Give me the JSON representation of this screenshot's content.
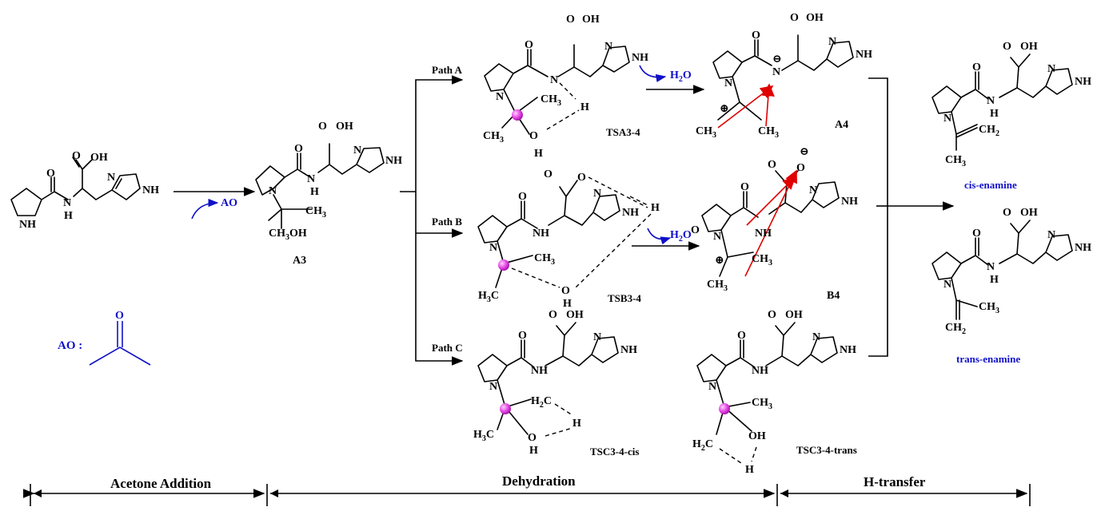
{
  "reactant_labels": {
    "nh": "NH",
    "o": "O",
    "oh": "OH",
    "n": "N",
    "h": "H"
  },
  "ao_arrow": "AO",
  "ao_legend": {
    "label": "AO :",
    "o": "O"
  },
  "a3": {
    "name": "A3",
    "ch3": "CH3",
    "oh": "OH",
    "n": "N",
    "h": "H",
    "o": "O",
    "oh2": "OH",
    "nh": "NH"
  },
  "paths": {
    "a": "Path A",
    "b": "Path B",
    "c": "Path C"
  },
  "tsa": {
    "name": "TSA3-4",
    "ch3a": "CH3",
    "ch3b": "CH3",
    "o": "O",
    "h1": "H",
    "h2": "H",
    "n": "N",
    "oh": "OH",
    "o2": "O",
    "nh": "NH"
  },
  "water1": "H2O",
  "a4": {
    "name": "A4",
    "ch3a": "CH3",
    "ch3b": "CH3",
    "n": "N",
    "minus": "⊖",
    "plus": "⊕",
    "oh": "OH",
    "o": "O",
    "nh": "NH",
    "n2": "N"
  },
  "tsb": {
    "name": "TSB3-4",
    "ch3": "CH3",
    "h3c": "H3C",
    "oh": "O",
    "h": "H",
    "o": "O",
    "h2": "H",
    "nh": "NH",
    "n": "N",
    "nh2": "NH"
  },
  "water2": "H2O",
  "b4": {
    "name": "B4",
    "ch3a": "CH3",
    "ch3b": "CH3",
    "o": "O",
    "minus": "⊖",
    "o2": "O",
    "plus": "⊕",
    "nh": "NH",
    "nh2": "NH",
    "n": "N"
  },
  "tsc_cis": {
    "name": "TSC3-4-cis",
    "h2c": "H2C",
    "h3c": "H3C",
    "o": "O",
    "h": "H",
    "h2": "H",
    "oh": "OH",
    "o2": "O",
    "nh": "NH",
    "n": "N"
  },
  "tsc_trans": {
    "name": "TSC3-4-trans",
    "ch3": "CH3",
    "h2c": "H2C",
    "oh": "OH",
    "h": "H",
    "o": "O",
    "oh2": "OH",
    "nh": "NH",
    "n": "N",
    "nh2": "NH"
  },
  "cis": {
    "name": "cis-enamine",
    "ch2": "CH2",
    "ch3": "CH3",
    "oh": "OH",
    "o": "O",
    "nh": "NH",
    "n": "N",
    "h": "H"
  },
  "trans": {
    "name": "trans-enamine",
    "ch3": "CH3",
    "ch2": "CH2",
    "oh": "OH",
    "o": "O",
    "nh": "NH",
    "n": "N",
    "h": "H"
  },
  "stages": {
    "s1": "Acetone Addition",
    "s2": "Dehydration",
    "s3": "H-transfer"
  },
  "colors": {
    "blue": "#1010c8",
    "red": "#e00000",
    "magenta": "#e040e0"
  }
}
